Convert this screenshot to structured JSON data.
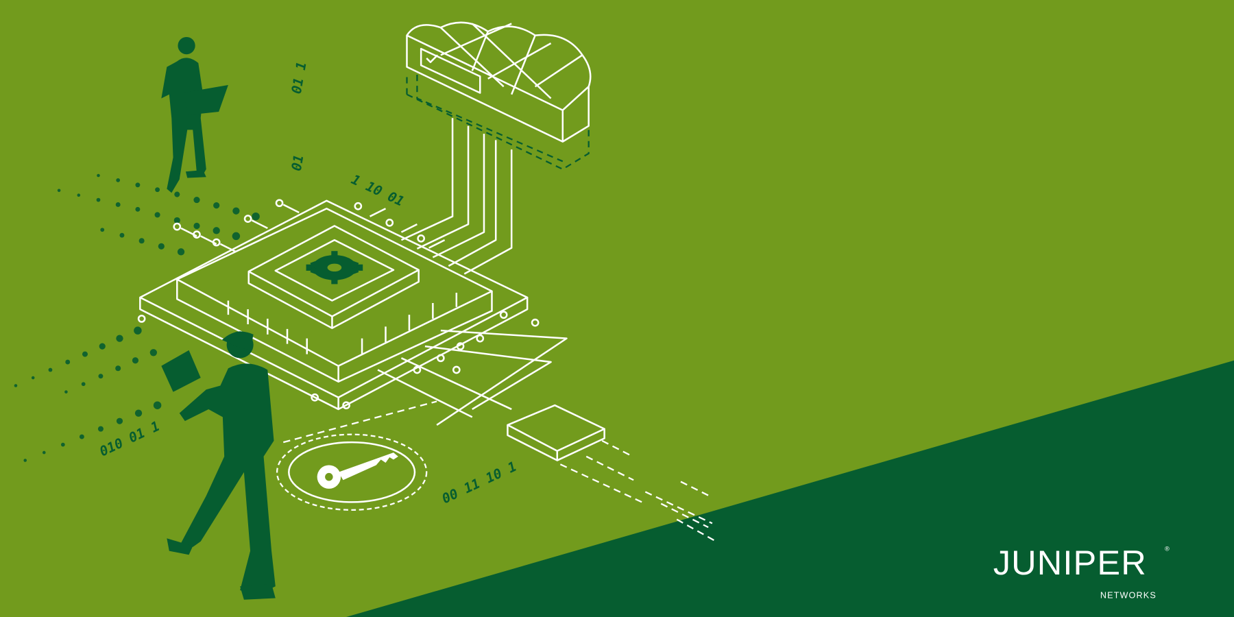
{
  "brand": {
    "logo_text": "JUNIPER",
    "logo_subtext": "NETWORKS",
    "registered_mark": "®"
  },
  "binary_labels": [
    "01 1",
    "01",
    "1 10 01",
    "010 01 1",
    "00 11 10 1"
  ],
  "colors": {
    "background": "#729b1d",
    "accent_dark": "#065d30",
    "line": "#ffffff"
  },
  "icons": [
    "cloud-icon",
    "chip-icon",
    "gear-icon",
    "key-icon",
    "person-with-laptop",
    "person-with-tablet",
    "module-icon"
  ]
}
